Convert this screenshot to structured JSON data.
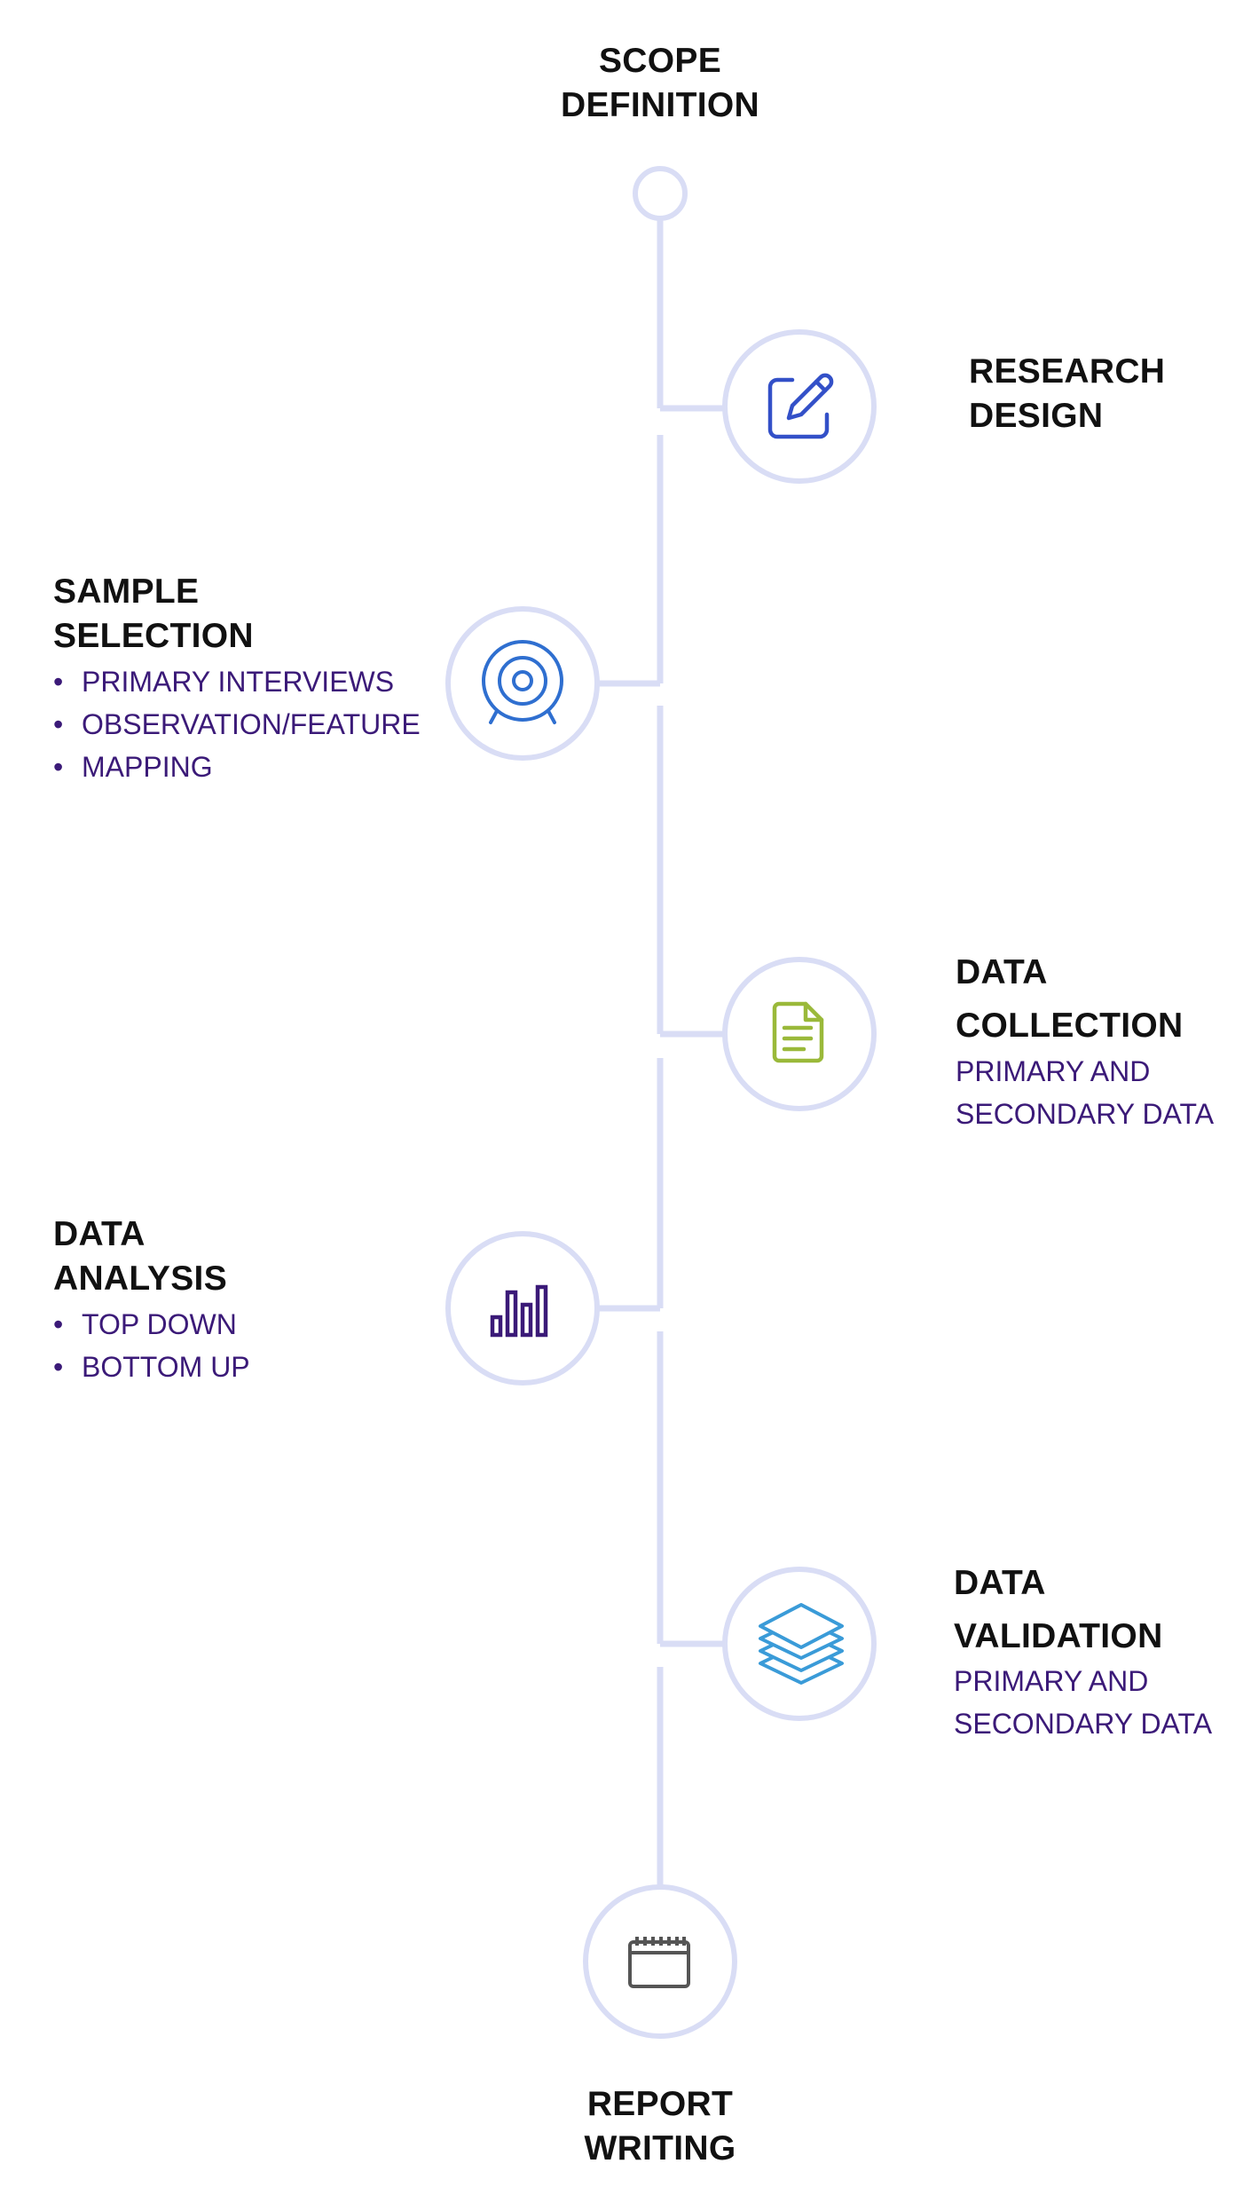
{
  "steps": {
    "scope": {
      "title": "SCOPE DEFINITION"
    },
    "research": {
      "title": "RESEARCH DESIGN",
      "icon": "edit-icon",
      "icon_color": "#3350c8"
    },
    "sample": {
      "title": "SAMPLE SELECTION",
      "icon": "target-icon",
      "icon_color": "#2f6fd0",
      "bullets": [
        "PRIMARY INTERVIEWS",
        "OBSERVATION/FEATURE",
        "MAPPING"
      ]
    },
    "collection": {
      "title": "DATA COLLECTION",
      "icon": "document-icon",
      "icon_color": "#9ab93a",
      "subtitle": "PRIMARY AND SECONDARY DATA"
    },
    "analysis": {
      "title": "DATA ANALYSIS",
      "icon": "bar-chart-icon",
      "icon_color": "#3b1a78",
      "bullets": [
        "TOP DOWN",
        "BOTTOM UP"
      ]
    },
    "validation": {
      "title": "DATA VALIDATION",
      "icon": "layers-icon",
      "icon_color": "#3a9bd8",
      "subtitle": "PRIMARY AND SECONDARY DATA"
    },
    "report": {
      "title": "REPORT WRITING",
      "icon": "calendar-icon",
      "icon_color": "#555555"
    }
  },
  "colors": {
    "connector": "#d9ddf5",
    "title_text": "#111111",
    "sub_text": "#3b1a78"
  }
}
